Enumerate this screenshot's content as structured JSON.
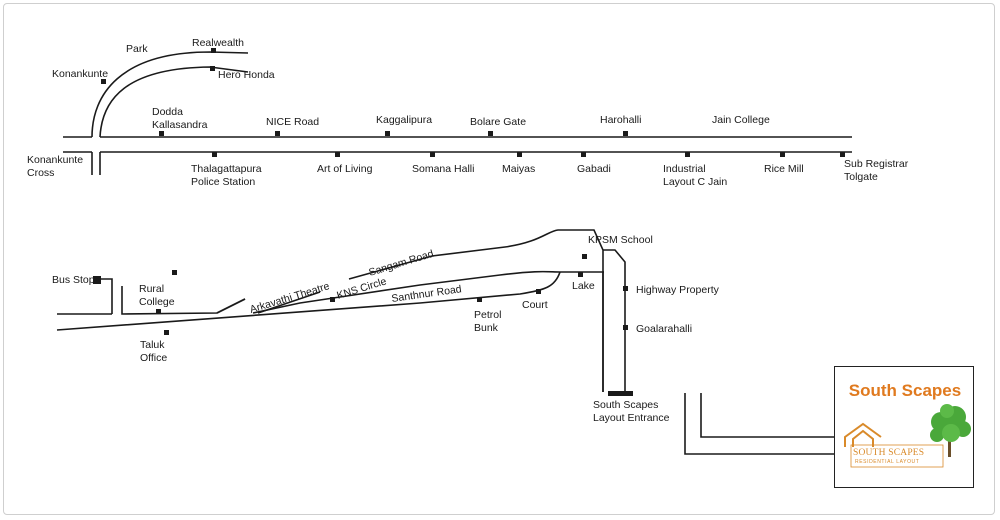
{
  "map": {
    "top_route": {
      "north_labels": {
        "park": "Park",
        "realwealth": "Realwealth",
        "konankunte": "Konankunte",
        "hero_honda": "Hero Honda",
        "dodda_line1": "Dodda",
        "dodda_line2": "Kallasandra",
        "nice_road": "NICE Road",
        "kaggalipura": "Kaggalipura",
        "bolare_gate": "Bolare Gate",
        "harohalli": "Harohalli",
        "jain_college": "Jain College"
      },
      "south_labels": {
        "konankunte_cross_line1": "Konankunte",
        "konankunte_cross_line2": "Cross",
        "thalagattapura_line1": "Thalagattapura",
        "thalagattapura_line2": "Police Station",
        "art_of_living": "Art of Living",
        "somana_halli": "Somana Halli",
        "maiyas": "Maiyas",
        "gabadi": "Gabadi",
        "industrial_line1": "Industrial",
        "industrial_line2": "Layout C Jain",
        "rice_mill": "Rice Mill",
        "sub_registrar_line1": "Sub Registrar",
        "sub_registrar_line2": "Tolgate"
      }
    },
    "bottom_route": {
      "bus_stop": "Bus Stop",
      "rural_college_line1": "Rural",
      "rural_college_line2": "College",
      "taluk_office_line1": "Taluk",
      "taluk_office_line2": "Office",
      "arkavathi_theatre": "Arkavathi Theatre",
      "kns_circle": "KNS Circle",
      "sangam_road": "Sangam Road",
      "santhnur_road": "Santhnur Road",
      "petrol_bunk_line1": "Petrol",
      "petrol_bunk_line2": "Bunk",
      "court": "Court",
      "lake": "Lake",
      "kpsm_school": "KPSM School",
      "highway_property": "Highway Property",
      "goalarahalli": "Goalarahalli",
      "entrance_line1": "South Scapes",
      "entrance_line2": "Layout Entrance"
    }
  },
  "brand": {
    "title": "South Scapes",
    "logo_name": "SOUTH SCAPES",
    "logo_tagline": "RESIDENTIAL LAYOUT",
    "title_color": "#e07a1f",
    "logo_color": "#d98a2a",
    "tree_color": "#4aa83a"
  }
}
